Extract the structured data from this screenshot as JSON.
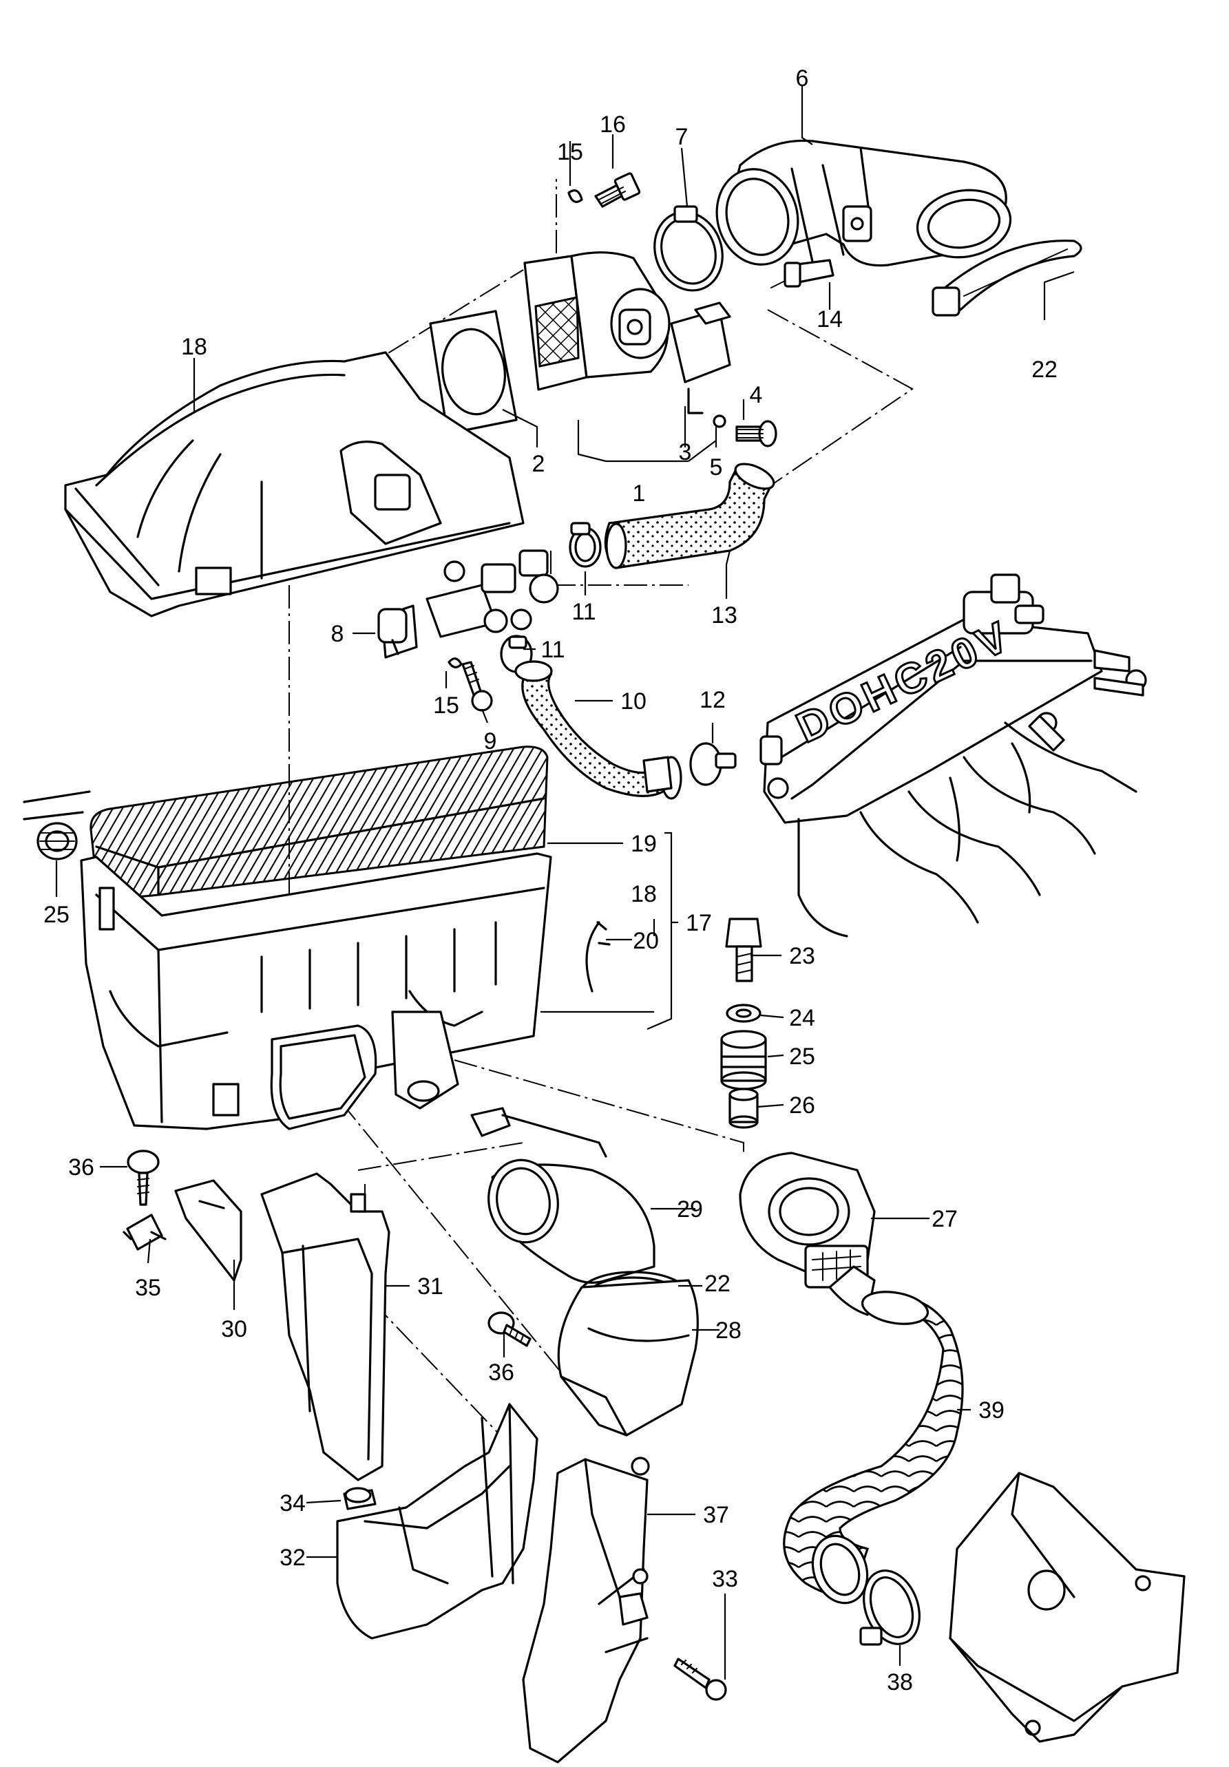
{
  "diagram": {
    "logo_text": "DOHC20V",
    "callouts": {
      "c1": "1",
      "c2": "2",
      "c3": "3",
      "c4": "4",
      "c5": "5",
      "c6": "6",
      "c7": "7",
      "c8": "8",
      "c9": "9",
      "c10": "10",
      "c11a": "11",
      "c11b": "11",
      "c12": "12",
      "c13": "13",
      "c14": "14",
      "c15a": "15",
      "c15b": "15",
      "c16": "16",
      "c17": "17",
      "c18a": "18",
      "c18b": "18",
      "c19": "19",
      "c20": "20",
      "c22a": "22",
      "c22b": "22",
      "c23": "23",
      "c24": "24",
      "c25a": "25",
      "c25b": "25",
      "c26": "26",
      "c27": "27",
      "c28": "28",
      "c29": "29",
      "c30": "30",
      "c31": "31",
      "c32": "32",
      "c33": "33",
      "c34": "34",
      "c35": "35",
      "c36a": "36",
      "c36b": "36",
      "c37": "37",
      "c38": "38",
      "c39": "39"
    }
  }
}
